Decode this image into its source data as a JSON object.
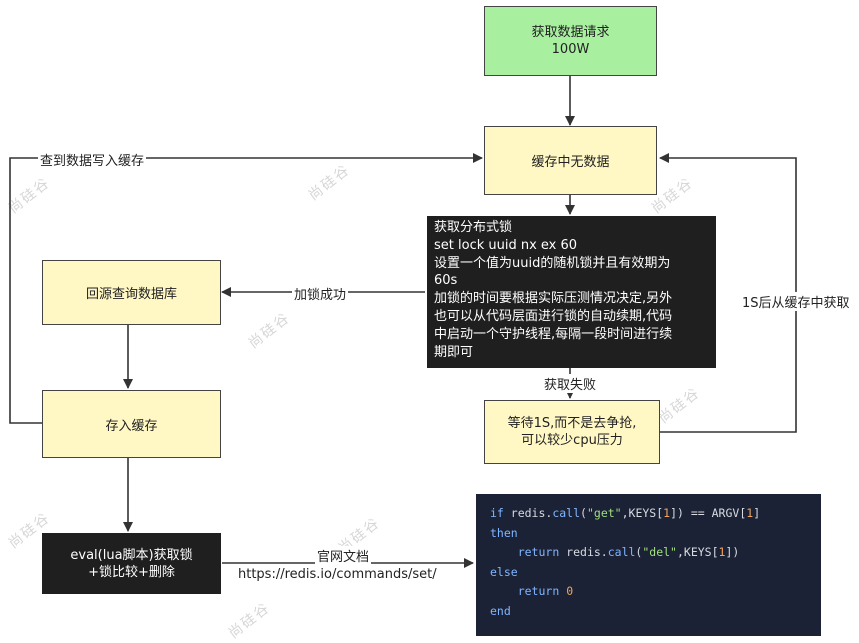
{
  "nodes": {
    "request": {
      "line1": "获取数据请求",
      "line2": "100W"
    },
    "no_cache": {
      "label": "缓存中无数据"
    },
    "lock_box": {
      "lines": [
        "获取分布式锁",
        "set lock uuid nx ex 60",
        "设置一个值为uuid的随机锁并且有效期为",
        "60s",
        "加锁的时间要根据实际压测情况决定,另外",
        "也可以从代码层面进行锁的自动续期,代码",
        "中启动一个守护线程,每隔一段时间进行续",
        "期即可"
      ]
    },
    "query_db": {
      "label": "回源查询数据库"
    },
    "save_cache": {
      "label": "存入缓存"
    },
    "wait": {
      "line1": "等待1S,而不是去争抢,",
      "line2": "可以较少cpu压力"
    },
    "eval": {
      "line1": "eval(lua脚本)获取锁",
      "line2": "+锁比较+删除"
    }
  },
  "edge_labels": {
    "write_cache": "查到数据写入缓存",
    "lock_success": "加锁成功",
    "lock_fail": "获取失败",
    "retry": "1S后从缓存中获取",
    "docs_title": "官网文档",
    "docs_url": "https://redis.io/commands/set/"
  },
  "code": {
    "lines": [
      "if redis.call(\"get\",KEYS[1]) == ARGV[1]",
      "then",
      "    return redis.call(\"del\",KEYS[1])",
      "else",
      "    return 0",
      "end"
    ]
  },
  "watermark": "尚硅谷",
  "colors": {
    "green": "#a8f0a0",
    "yellow": "#fff7c4",
    "dark": "#1f1f1f",
    "code_bg": "#1c2235"
  }
}
